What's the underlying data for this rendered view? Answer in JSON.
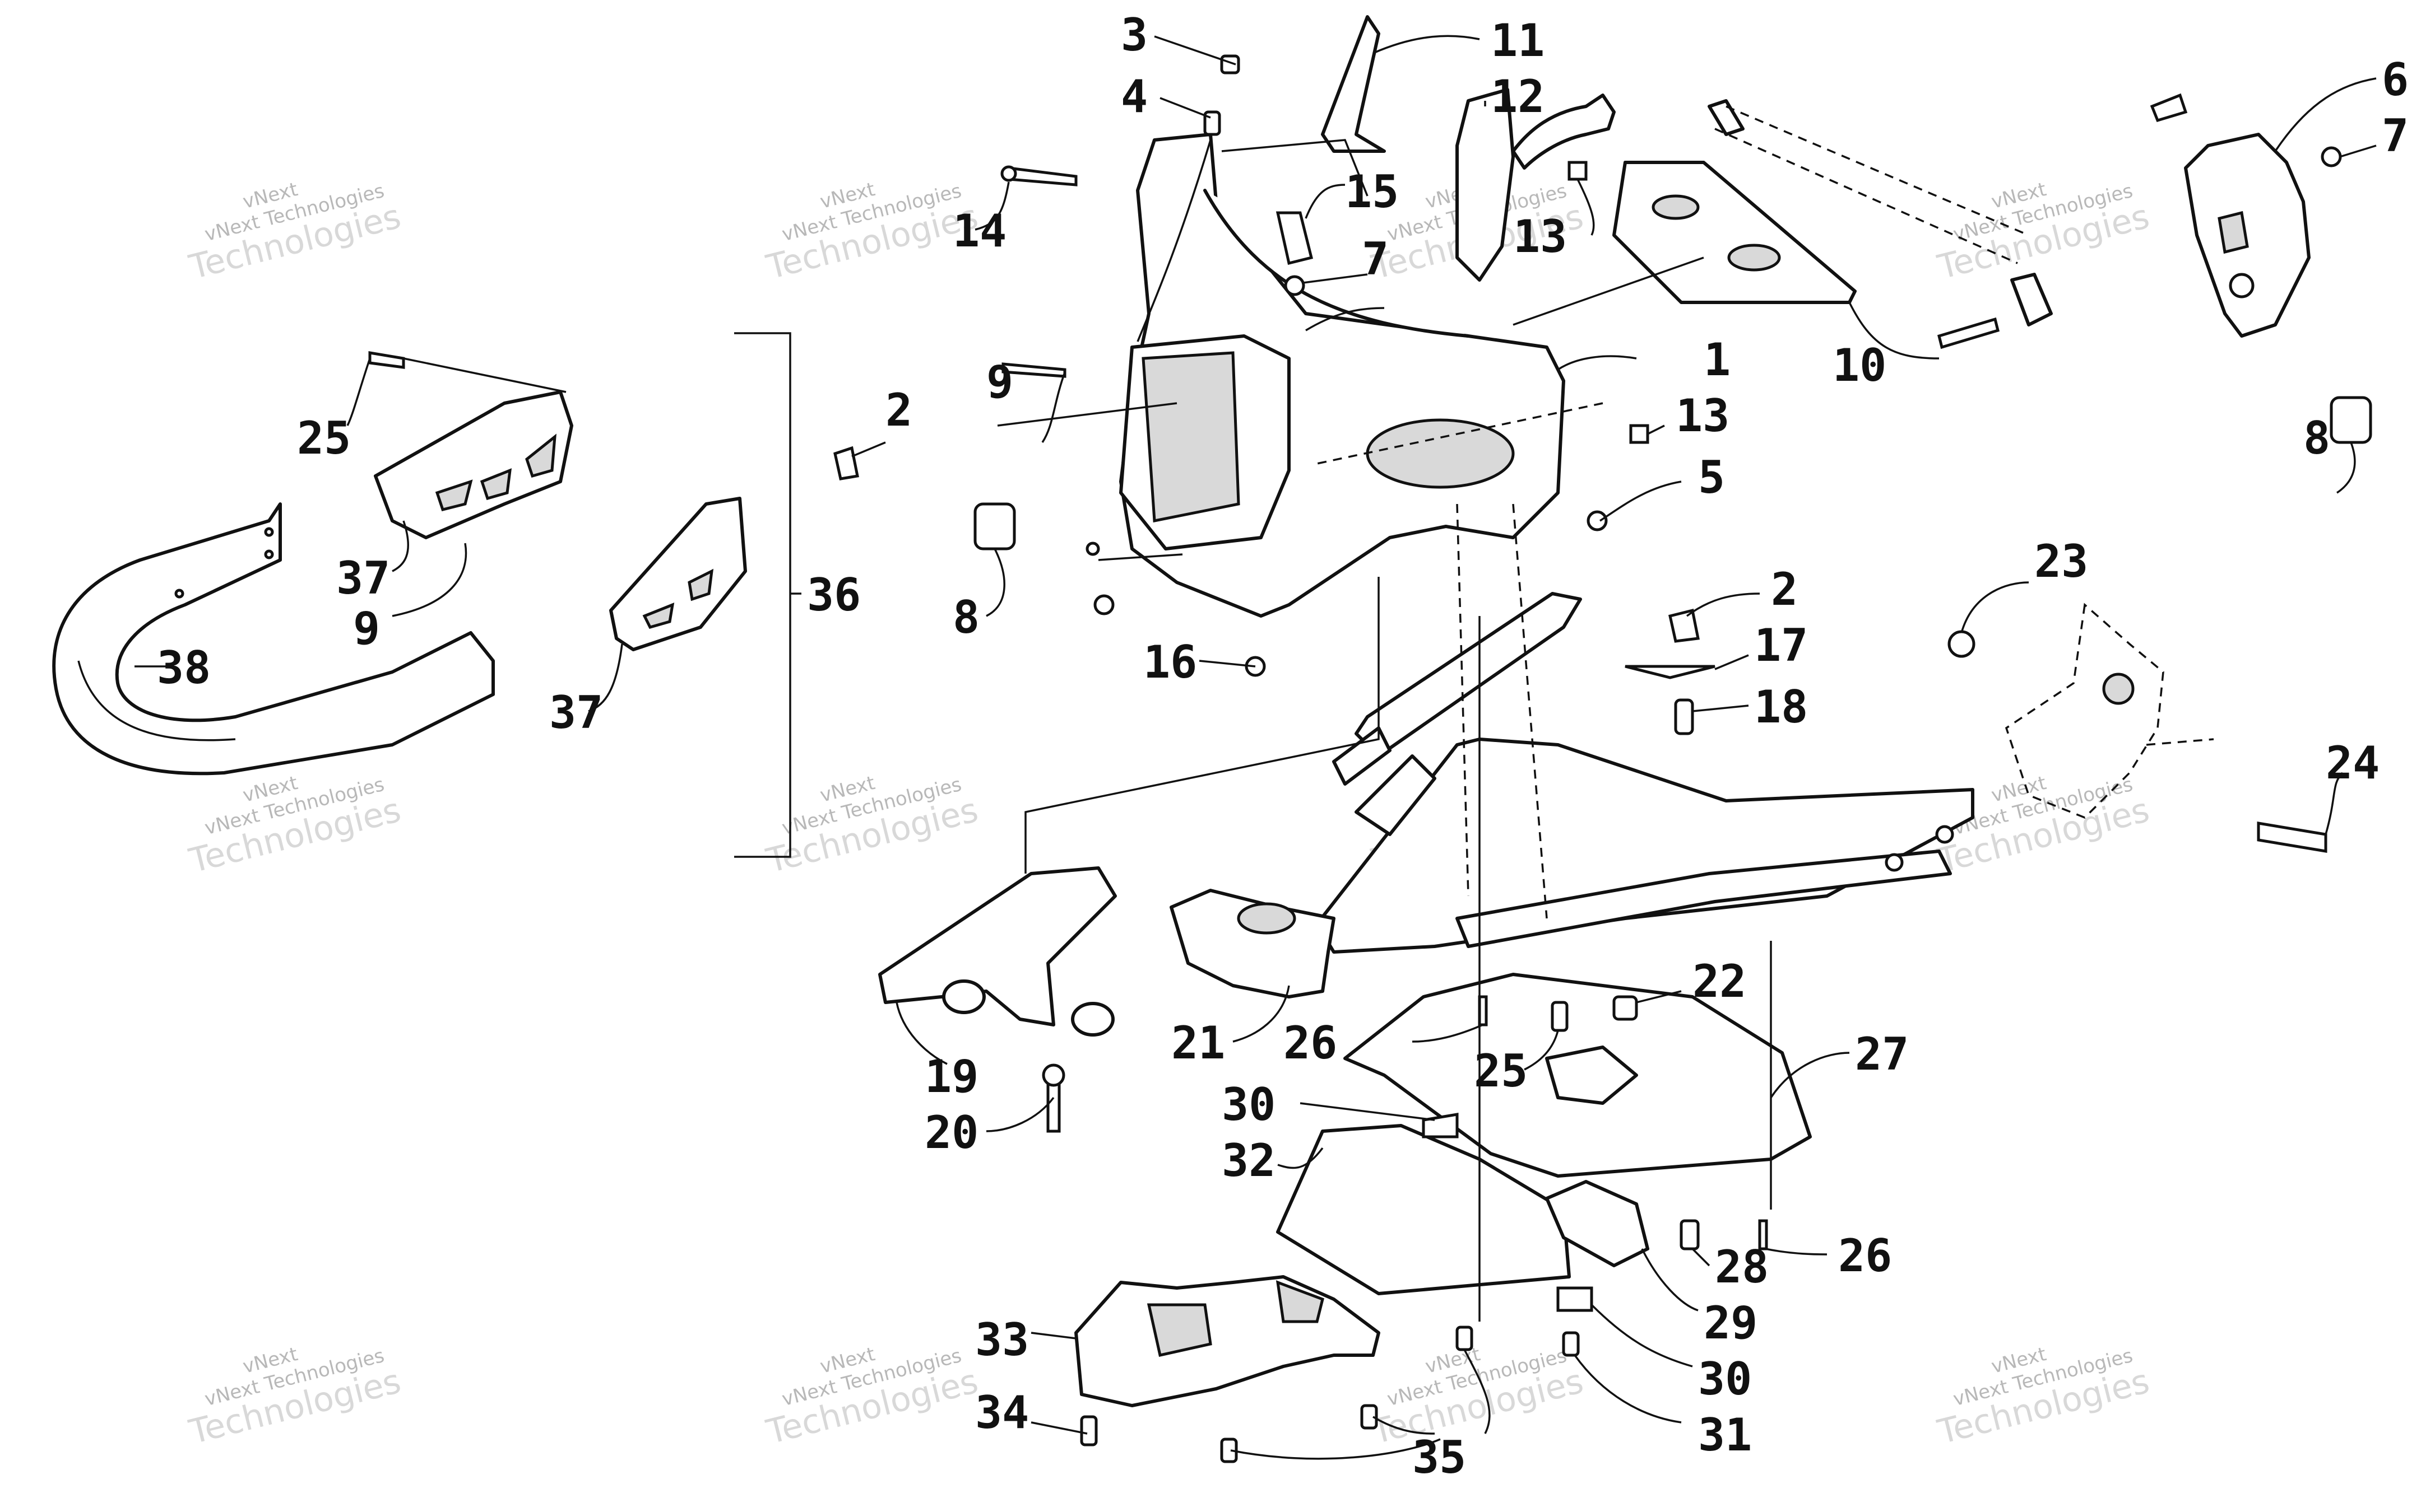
{
  "diagram": {
    "watermark": {
      "line_top": "vNext",
      "line_small": "vNext Technologies",
      "line_big": "Technologies"
    },
    "callouts": [
      {
        "id": "c1",
        "label": "1"
      },
      {
        "id": "c2a",
        "label": "2"
      },
      {
        "id": "c2b",
        "label": "2"
      },
      {
        "id": "c3",
        "label": "3"
      },
      {
        "id": "c4",
        "label": "4"
      },
      {
        "id": "c5",
        "label": "5"
      },
      {
        "id": "c6",
        "label": "6"
      },
      {
        "id": "c7a",
        "label": "7"
      },
      {
        "id": "c7b",
        "label": "7"
      },
      {
        "id": "c8a",
        "label": "8"
      },
      {
        "id": "c8b",
        "label": "8"
      },
      {
        "id": "c9a",
        "label": "9"
      },
      {
        "id": "c9b",
        "label": "9"
      },
      {
        "id": "c10",
        "label": "10"
      },
      {
        "id": "c11",
        "label": "11"
      },
      {
        "id": "c12",
        "label": "12"
      },
      {
        "id": "c13a",
        "label": "13"
      },
      {
        "id": "c13b",
        "label": "13"
      },
      {
        "id": "c14",
        "label": "14"
      },
      {
        "id": "c15",
        "label": "15"
      },
      {
        "id": "c16",
        "label": "16"
      },
      {
        "id": "c17",
        "label": "17"
      },
      {
        "id": "c18",
        "label": "18"
      },
      {
        "id": "c19",
        "label": "19"
      },
      {
        "id": "c20",
        "label": "20"
      },
      {
        "id": "c21",
        "label": "21"
      },
      {
        "id": "c22",
        "label": "22"
      },
      {
        "id": "c23",
        "label": "23"
      },
      {
        "id": "c24",
        "label": "24"
      },
      {
        "id": "c25a",
        "label": "25"
      },
      {
        "id": "c25b",
        "label": "25"
      },
      {
        "id": "c26a",
        "label": "26"
      },
      {
        "id": "c26b",
        "label": "26"
      },
      {
        "id": "c27",
        "label": "27"
      },
      {
        "id": "c28",
        "label": "28"
      },
      {
        "id": "c29",
        "label": "29"
      },
      {
        "id": "c30a",
        "label": "30"
      },
      {
        "id": "c30b",
        "label": "30"
      },
      {
        "id": "c31",
        "label": "31"
      },
      {
        "id": "c32",
        "label": "32"
      },
      {
        "id": "c33",
        "label": "33"
      },
      {
        "id": "c34",
        "label": "34"
      },
      {
        "id": "c35",
        "label": "35"
      },
      {
        "id": "c36",
        "label": "36"
      },
      {
        "id": "c37a",
        "label": "37"
      },
      {
        "id": "c37b",
        "label": "37"
      },
      {
        "id": "c38",
        "label": "38"
      }
    ]
  }
}
